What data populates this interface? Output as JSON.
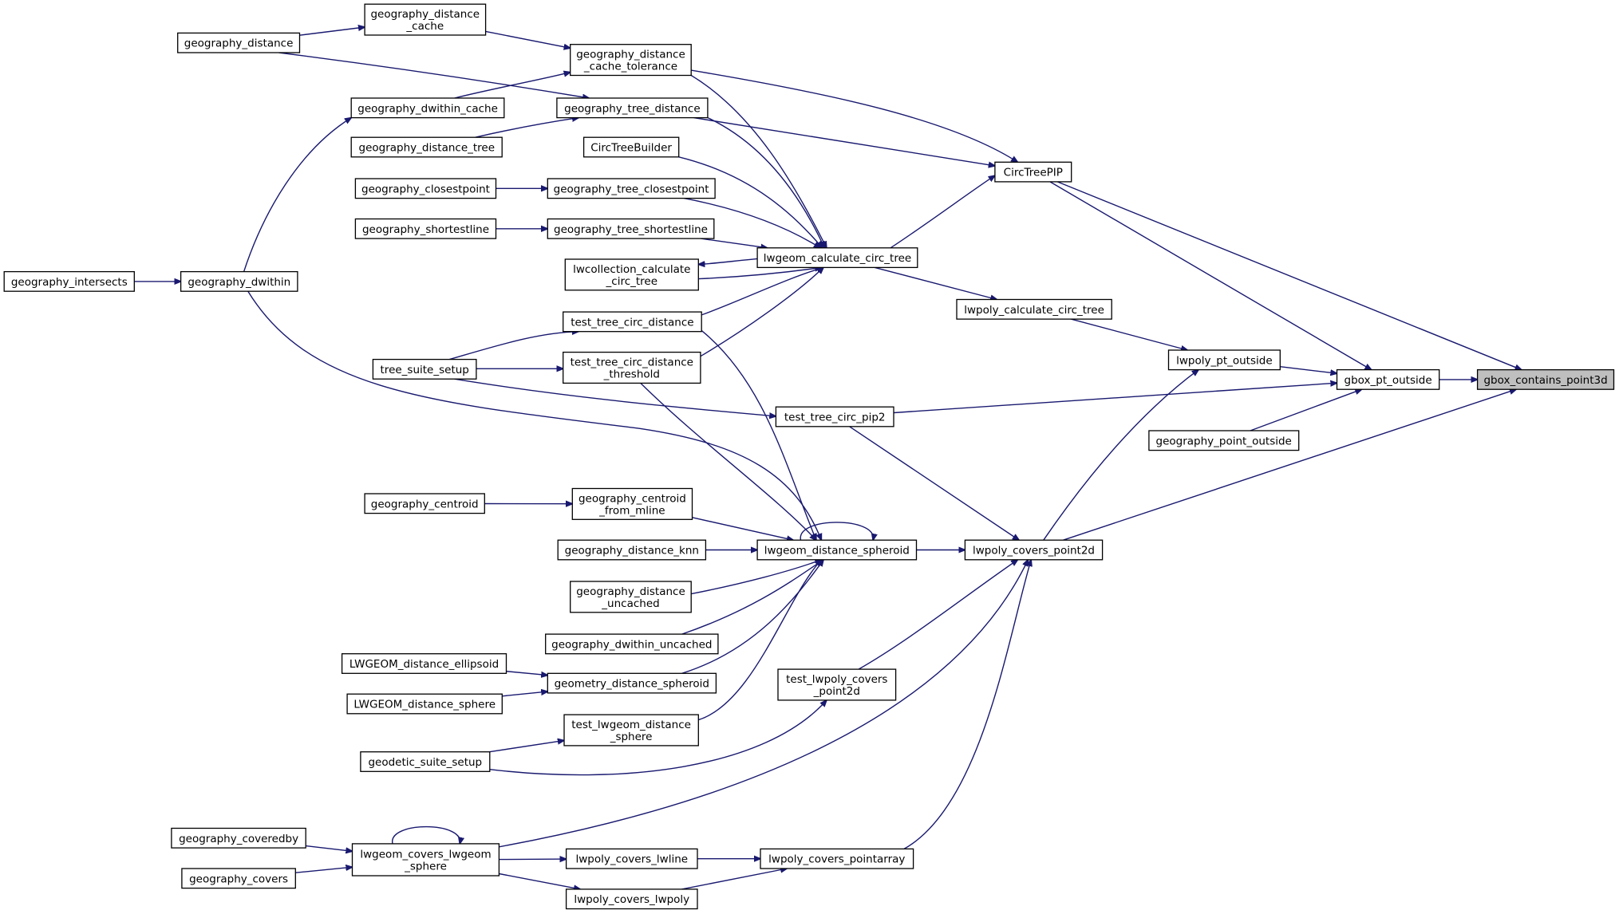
{
  "graph": {
    "root": "gbox_contains_point3d",
    "nodes": [
      {
        "id": "gbox_contains_point3d",
        "lines": [
          "gbox_contains_point3d"
        ]
      },
      {
        "id": "CircTreePIP",
        "lines": [
          "CircTreePIP"
        ]
      },
      {
        "id": "gbox_pt_outside",
        "lines": [
          "gbox_pt_outside"
        ]
      },
      {
        "id": "lwpoly_covers_point2d",
        "lines": [
          "lwpoly_covers_point2d"
        ]
      },
      {
        "id": "geography_distance_cache_tolerance",
        "lines": [
          "geography_distance",
          "_cache_tolerance"
        ]
      },
      {
        "id": "geography_tree_distance",
        "lines": [
          "geography_tree_distance"
        ]
      },
      {
        "id": "lwgeom_calculate_circ_tree",
        "lines": [
          "lwgeom_calculate_circ_tree"
        ]
      },
      {
        "id": "geography_distance_cache",
        "lines": [
          "geography_distance",
          "_cache"
        ]
      },
      {
        "id": "geography_distance",
        "lines": [
          "geography_distance"
        ]
      },
      {
        "id": "geography_dwithin_cache",
        "lines": [
          "geography_dwithin_cache"
        ]
      },
      {
        "id": "geography_distance_tree",
        "lines": [
          "geography_distance_tree"
        ]
      },
      {
        "id": "geography_dwithin",
        "lines": [
          "geography_dwithin"
        ]
      },
      {
        "id": "geography_intersects",
        "lines": [
          "geography_intersects"
        ]
      },
      {
        "id": "CircTreeBuilder",
        "lines": [
          "CircTreeBuilder"
        ]
      },
      {
        "id": "geography_tree_closestpoint",
        "lines": [
          "geography_tree_closestpoint"
        ]
      },
      {
        "id": "geography_closestpoint",
        "lines": [
          "geography_closestpoint"
        ]
      },
      {
        "id": "geography_tree_shortestline",
        "lines": [
          "geography_tree_shortestline"
        ]
      },
      {
        "id": "geography_shortestline",
        "lines": [
          "geography_shortestline"
        ]
      },
      {
        "id": "lwcollection_calculate_circ_tree",
        "lines": [
          "lwcollection_calculate",
          "_circ_tree"
        ]
      },
      {
        "id": "test_tree_circ_distance",
        "lines": [
          "test_tree_circ_distance"
        ]
      },
      {
        "id": "tree_suite_setup",
        "lines": [
          "tree_suite_setup"
        ]
      },
      {
        "id": "test_tree_circ_distance_threshold",
        "lines": [
          "test_tree_circ_distance",
          "_threshold"
        ]
      },
      {
        "id": "lwpoly_calculate_circ_tree",
        "lines": [
          "lwpoly_calculate_circ_tree"
        ]
      },
      {
        "id": "lwpoly_pt_outside",
        "lines": [
          "lwpoly_pt_outside"
        ]
      },
      {
        "id": "test_tree_circ_pip2",
        "lines": [
          "test_tree_circ_pip2"
        ]
      },
      {
        "id": "geography_point_outside",
        "lines": [
          "geography_point_outside"
        ]
      },
      {
        "id": "lwgeom_distance_spheroid",
        "lines": [
          "lwgeom_distance_spheroid"
        ]
      },
      {
        "id": "geography_centroid_from_mline",
        "lines": [
          "geography_centroid",
          "_from_mline"
        ]
      },
      {
        "id": "geography_centroid",
        "lines": [
          "geography_centroid"
        ]
      },
      {
        "id": "geography_distance_knn",
        "lines": [
          "geography_distance_knn"
        ]
      },
      {
        "id": "geography_distance_uncached",
        "lines": [
          "geography_distance",
          "_uncached"
        ]
      },
      {
        "id": "geography_dwithin_uncached",
        "lines": [
          "geography_dwithin_uncached"
        ]
      },
      {
        "id": "geometry_distance_spheroid",
        "lines": [
          "geometry_distance_spheroid"
        ]
      },
      {
        "id": "LWGEOM_distance_ellipsoid",
        "lines": [
          "LWGEOM_distance_ellipsoid"
        ]
      },
      {
        "id": "LWGEOM_distance_sphere",
        "lines": [
          "LWGEOM_distance_sphere"
        ]
      },
      {
        "id": "test_lwgeom_distance_sphere",
        "lines": [
          "test_lwgeom_distance",
          "_sphere"
        ]
      },
      {
        "id": "geodetic_suite_setup",
        "lines": [
          "geodetic_suite_setup"
        ]
      },
      {
        "id": "test_lwpoly_covers_point2d",
        "lines": [
          "test_lwpoly_covers",
          "_point2d"
        ]
      },
      {
        "id": "lwgeom_covers_lwgeom_sphere",
        "lines": [
          "lwgeom_covers_lwgeom",
          "_sphere"
        ]
      },
      {
        "id": "geography_coveredby",
        "lines": [
          "geography_coveredby"
        ]
      },
      {
        "id": "geography_covers",
        "lines": [
          "geography_covers"
        ]
      },
      {
        "id": "lwpoly_covers_lwline",
        "lines": [
          "lwpoly_covers_lwline"
        ]
      },
      {
        "id": "lwpoly_covers_pointarray",
        "lines": [
          "lwpoly_covers_pointarray"
        ]
      },
      {
        "id": "lwpoly_covers_lwpoly",
        "lines": [
          "lwpoly_covers_lwpoly"
        ]
      }
    ],
    "edges": [
      {
        "from": "CircTreePIP",
        "to": "gbox_contains_point3d"
      },
      {
        "from": "gbox_pt_outside",
        "to": "gbox_contains_point3d"
      },
      {
        "from": "lwpoly_covers_point2d",
        "to": "gbox_contains_point3d"
      },
      {
        "from": "geography_distance_cache_tolerance",
        "to": "CircTreePIP"
      },
      {
        "from": "geography_tree_distance",
        "to": "CircTreePIP"
      },
      {
        "from": "lwgeom_calculate_circ_tree",
        "to": "CircTreePIP"
      },
      {
        "from": "geography_distance_cache",
        "to": "geography_distance_cache_tolerance"
      },
      {
        "from": "geography_dwithin_cache",
        "to": "geography_distance_cache_tolerance"
      },
      {
        "from": "geography_distance",
        "to": "geography_distance_cache"
      },
      {
        "from": "geography_distance",
        "to": "geography_tree_distance"
      },
      {
        "from": "geography_distance_tree",
        "to": "geography_tree_distance"
      },
      {
        "from": "geography_dwithin",
        "to": "geography_dwithin_cache"
      },
      {
        "from": "geography_intersects",
        "to": "geography_dwithin"
      },
      {
        "from": "geography_tree_distance",
        "to": "lwgeom_calculate_circ_tree"
      },
      {
        "from": "geography_distance_cache_tolerance",
        "to": "lwgeom_calculate_circ_tree"
      },
      {
        "from": "CircTreeBuilder",
        "to": "lwgeom_calculate_circ_tree"
      },
      {
        "from": "geography_tree_closestpoint",
        "to": "lwgeom_calculate_circ_tree"
      },
      {
        "from": "geography_closestpoint",
        "to": "geography_tree_closestpoint"
      },
      {
        "from": "geography_tree_shortestline",
        "to": "lwgeom_calculate_circ_tree"
      },
      {
        "from": "geography_shortestline",
        "to": "geography_tree_shortestline"
      },
      {
        "from": "lwgeom_calculate_circ_tree",
        "to": "lwcollection_calculate_circ_tree"
      },
      {
        "from": "lwcollection_calculate_circ_tree",
        "to": "lwgeom_calculate_circ_tree"
      },
      {
        "from": "test_tree_circ_distance",
        "to": "lwgeom_calculate_circ_tree"
      },
      {
        "from": "test_tree_circ_distance_threshold",
        "to": "lwgeom_calculate_circ_tree"
      },
      {
        "from": "tree_suite_setup",
        "to": "test_tree_circ_distance"
      },
      {
        "from": "tree_suite_setup",
        "to": "test_tree_circ_distance_threshold"
      },
      {
        "from": "tree_suite_setup",
        "to": "test_tree_circ_pip2"
      },
      {
        "from": "lwgeom_calculate_circ_tree",
        "to": "lwpoly_calculate_circ_tree"
      },
      {
        "from": "lwpoly_calculate_circ_tree",
        "to": "lwpoly_pt_outside"
      },
      {
        "from": "lwpoly_pt_outside",
        "to": "gbox_pt_outside"
      },
      {
        "from": "CircTreePIP",
        "to": "gbox_pt_outside"
      },
      {
        "from": "test_tree_circ_pip2",
        "to": "gbox_pt_outside"
      },
      {
        "from": "geography_point_outside",
        "to": "gbox_pt_outside"
      },
      {
        "from": "lwpoly_covers_point2d",
        "to": "lwpoly_pt_outside"
      },
      {
        "from": "test_tree_circ_pip2",
        "to": "lwpoly_covers_point2d"
      },
      {
        "from": "lwgeom_distance_spheroid",
        "to": "lwpoly_covers_point2d"
      },
      {
        "from": "geography_dwithin",
        "to": "lwgeom_distance_spheroid"
      },
      {
        "from": "test_tree_circ_distance",
        "to": "lwgeom_distance_spheroid"
      },
      {
        "from": "test_tree_circ_distance_threshold",
        "to": "lwgeom_distance_spheroid"
      },
      {
        "from": "lwgeom_distance_spheroid",
        "to": "lwgeom_distance_spheroid"
      },
      {
        "from": "geography_centroid_from_mline",
        "to": "lwgeom_distance_spheroid"
      },
      {
        "from": "geography_centroid",
        "to": "geography_centroid_from_mline"
      },
      {
        "from": "geography_distance_knn",
        "to": "lwgeom_distance_spheroid"
      },
      {
        "from": "geography_distance_uncached",
        "to": "lwgeom_distance_spheroid"
      },
      {
        "from": "geography_dwithin_uncached",
        "to": "lwgeom_distance_spheroid"
      },
      {
        "from": "geometry_distance_spheroid",
        "to": "lwgeom_distance_spheroid"
      },
      {
        "from": "LWGEOM_distance_ellipsoid",
        "to": "geometry_distance_spheroid"
      },
      {
        "from": "LWGEOM_distance_sphere",
        "to": "geometry_distance_spheroid"
      },
      {
        "from": "test_lwgeom_distance_sphere",
        "to": "lwgeom_distance_spheroid"
      },
      {
        "from": "geodetic_suite_setup",
        "to": "test_lwgeom_distance_sphere"
      },
      {
        "from": "geodetic_suite_setup",
        "to": "test_lwpoly_covers_point2d"
      },
      {
        "from": "test_lwpoly_covers_point2d",
        "to": "lwpoly_covers_point2d"
      },
      {
        "from": "lwgeom_covers_lwgeom_sphere",
        "to": "lwpoly_covers_point2d"
      },
      {
        "from": "lwgeom_covers_lwgeom_sphere",
        "to": "lwgeom_covers_lwgeom_sphere"
      },
      {
        "from": "geography_coveredby",
        "to": "lwgeom_covers_lwgeom_sphere"
      },
      {
        "from": "geography_covers",
        "to": "lwgeom_covers_lwgeom_sphere"
      },
      {
        "from": "lwgeom_covers_lwgeom_sphere",
        "to": "lwpoly_covers_lwline"
      },
      {
        "from": "lwgeom_covers_lwgeom_sphere",
        "to": "lwpoly_covers_lwpoly"
      },
      {
        "from": "lwpoly_covers_lwline",
        "to": "lwpoly_covers_pointarray"
      },
      {
        "from": "lwpoly_covers_lwpoly",
        "to": "lwpoly_covers_pointarray"
      },
      {
        "from": "lwpoly_covers_pointarray",
        "to": "lwpoly_covers_point2d"
      }
    ]
  }
}
